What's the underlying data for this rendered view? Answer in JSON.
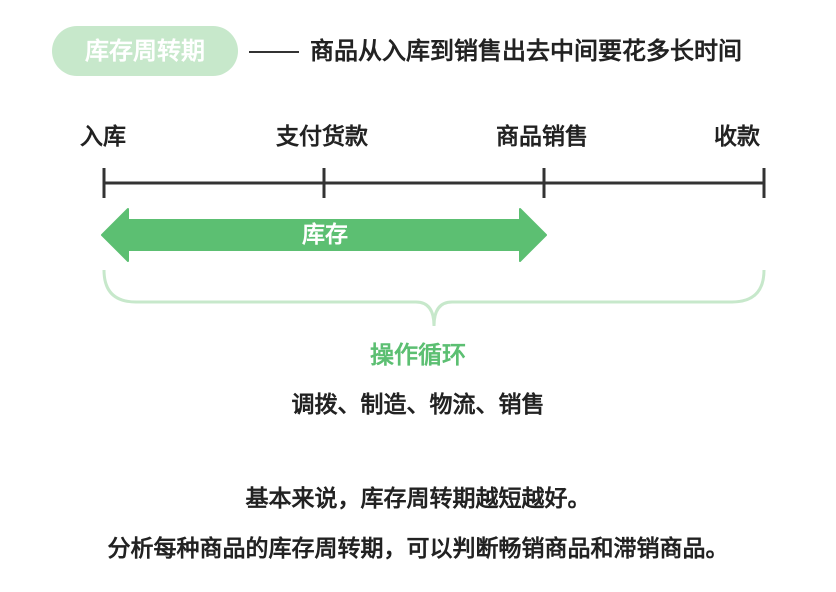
{
  "header": {
    "badge": "库存周转期",
    "subtitle": "商品从入库到销售出去中间要花多长时间"
  },
  "timeline": {
    "stages": [
      "入库",
      "支付货款",
      "商品销售",
      "收款"
    ]
  },
  "inventory_arrow": {
    "label": "库存"
  },
  "brace": {
    "label": "操作循环",
    "activities": "调拨、制造、物流、销售"
  },
  "notes": {
    "line1": "基本来说，库存周转期越短越好。",
    "line2": "分析每种商品的库存周转期，可以判断畅销商品和滞销商品。"
  },
  "colors": {
    "green": "#5cbf72",
    "light_green": "#c7e8cb",
    "line": "#333333",
    "text": "#222222"
  }
}
